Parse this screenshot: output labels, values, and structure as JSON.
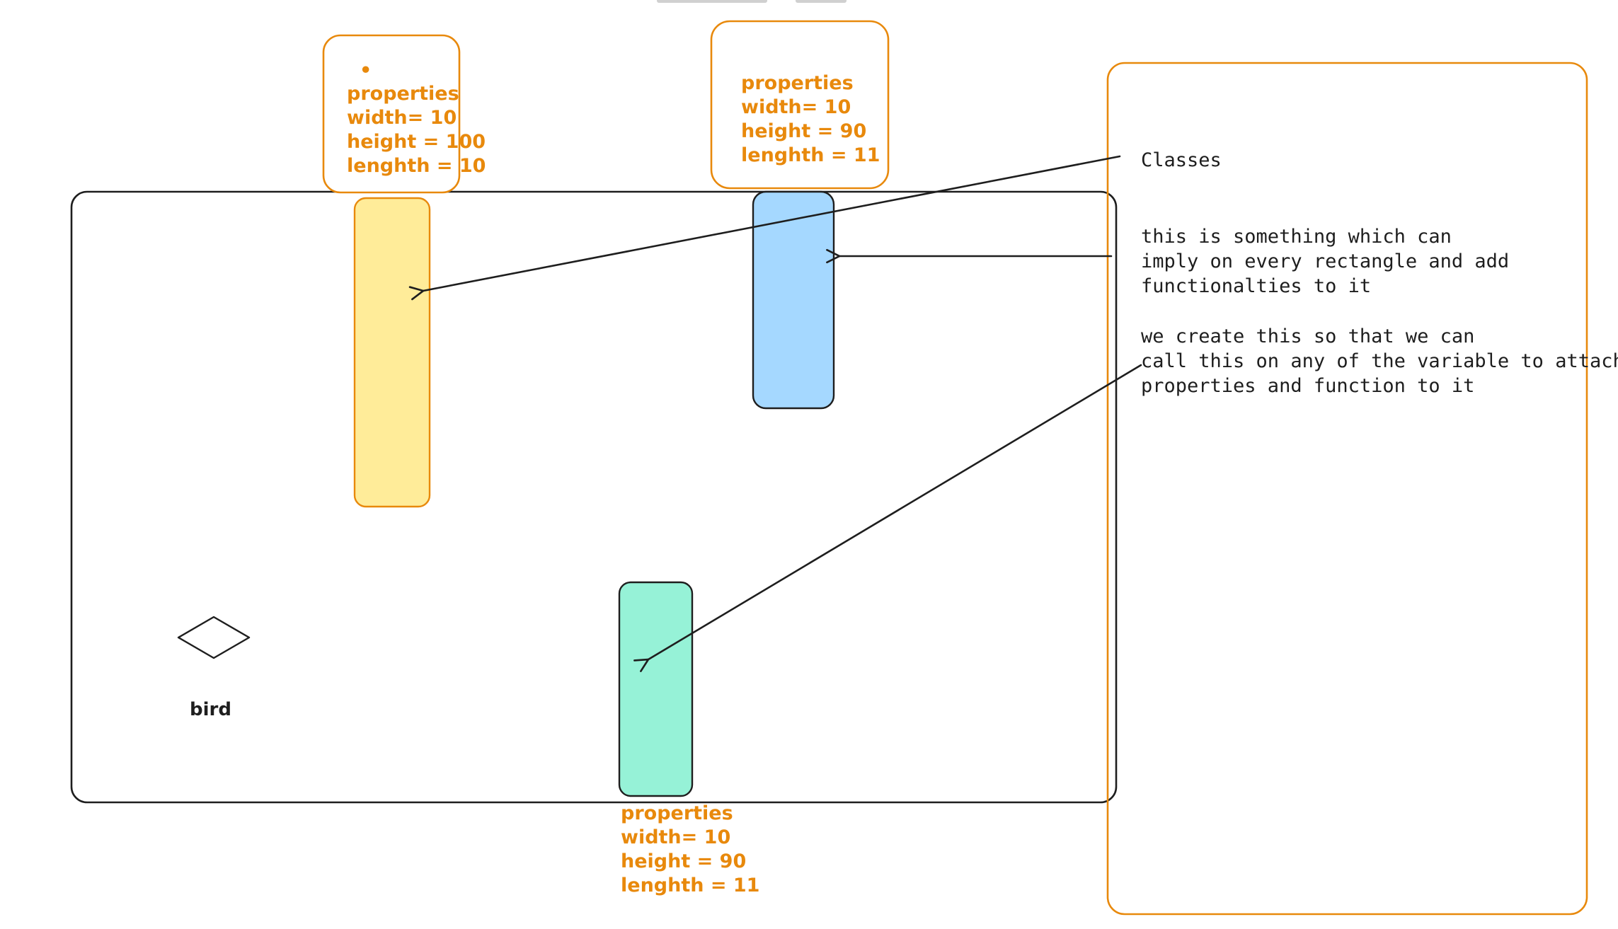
{
  "colors": {
    "orange": "#e8890c",
    "ink": "#1e1e1e",
    "yellow_fill": "#ffec99",
    "blue_fill": "#a5d8ff",
    "teal_fill": "#96f2d7"
  },
  "toolbar_hint": {
    "visible": true
  },
  "cards": [
    {
      "bullet": "•",
      "lines": [
        "properties",
        "width= 10",
        "height = 100",
        "lenghth = 10"
      ]
    },
    {
      "bullet": "",
      "lines": [
        "properties",
        "width= 10",
        "height = 90",
        "lenghth = 11"
      ]
    },
    {
      "bullet": "",
      "lines": [
        "properties",
        "width= 10",
        "height = 90",
        "lenghth = 11"
      ]
    }
  ],
  "notes": {
    "title": "Classes",
    "para1": [
      "this is something which can",
      "imply on every rectangle and add",
      "functionalties to it"
    ],
    "para2": [
      "we create this so that we can",
      "call this on any of the variable to attach",
      "properties and function to it"
    ]
  },
  "bird": {
    "label": "bird",
    "icon": "diamond-icon"
  }
}
